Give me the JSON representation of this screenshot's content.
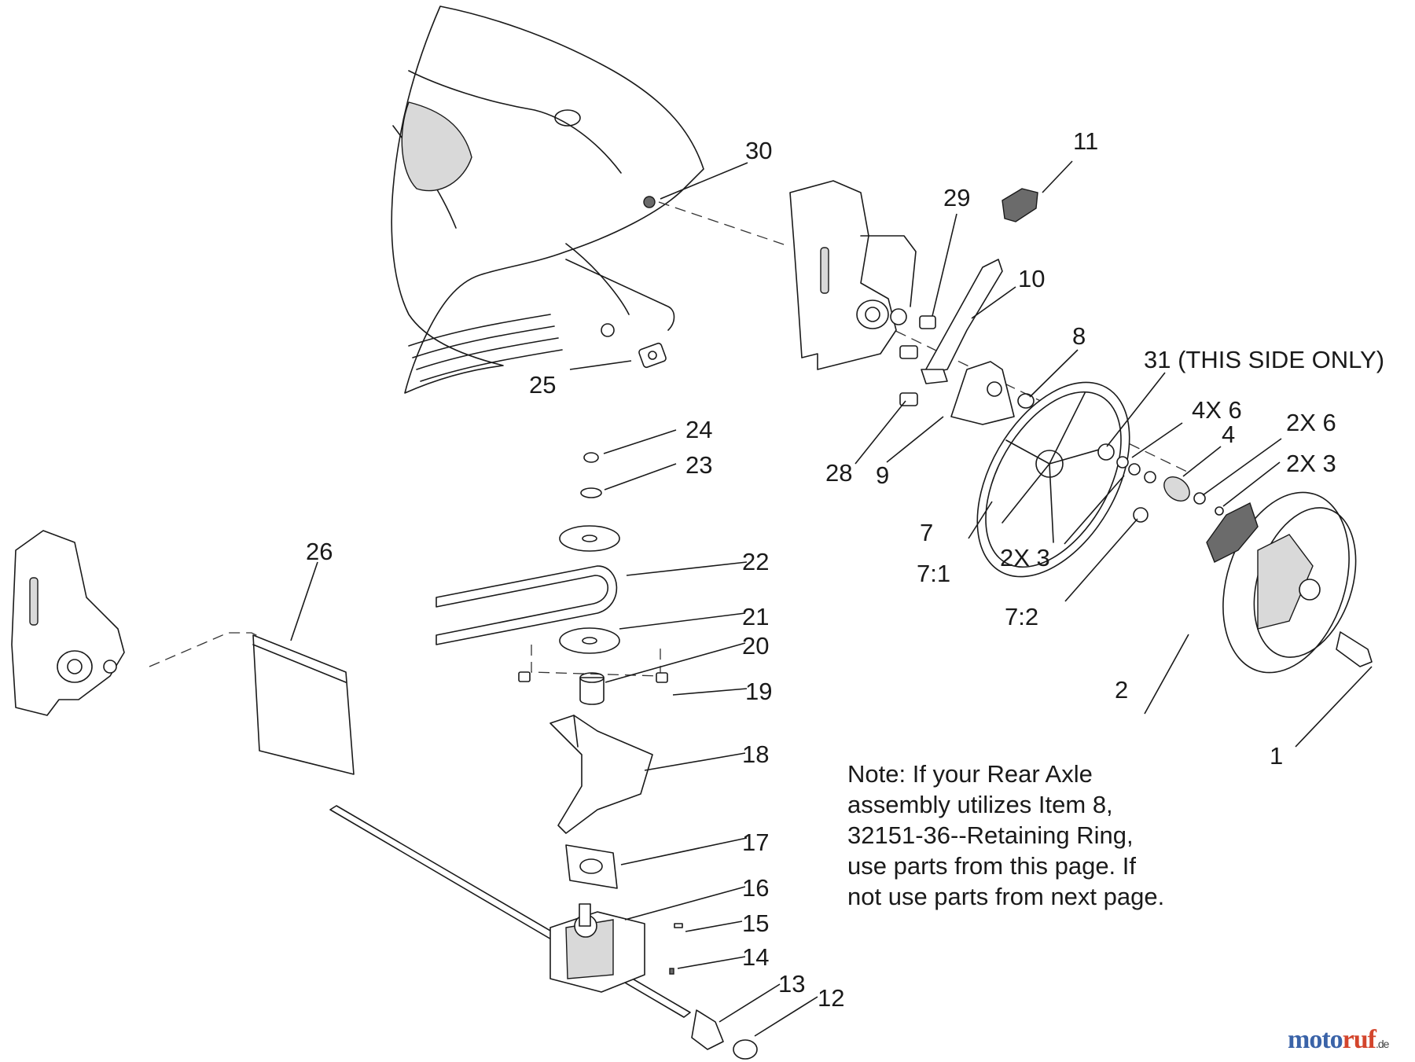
{
  "diagram": {
    "callouts": {
      "c1": "1",
      "c2": "2",
      "c4": "4",
      "c4x6": "4X  6",
      "c2x6": "2X  6",
      "c2x3a": "2X  3",
      "c2x3b": "2X  3",
      "c31": "31 (THIS SIDE ONLY)",
      "c7": "7",
      "c7_1": "7:1",
      "c7_2": "7:2",
      "c8": "8",
      "c9": "9",
      "c10": "10",
      "c11": "11",
      "c12": "12",
      "c13": "13",
      "c14": "14",
      "c15": "15",
      "c16": "16",
      "c17": "17",
      "c18": "18",
      "c19": "19",
      "c20": "20",
      "c21": "21",
      "c22": "22",
      "c23": "23",
      "c24": "24",
      "c25": "25",
      "c26": "26",
      "c28": "28",
      "c29": "29",
      "c30": "30"
    },
    "note": {
      "lines": [
        "Note:  If your Rear Axle",
        "assembly utilizes Item 8,",
        "32151-36--Retaining Ring,",
        "use parts from this page.  If",
        "not use parts from next page."
      ]
    }
  },
  "watermark": {
    "main": "moto",
    "accent": "ruf",
    "suffix": ".de"
  },
  "colors": {
    "line": "#1a1a1a",
    "watermark_blue": "#3a63a8",
    "watermark_red": "#d3452c"
  }
}
